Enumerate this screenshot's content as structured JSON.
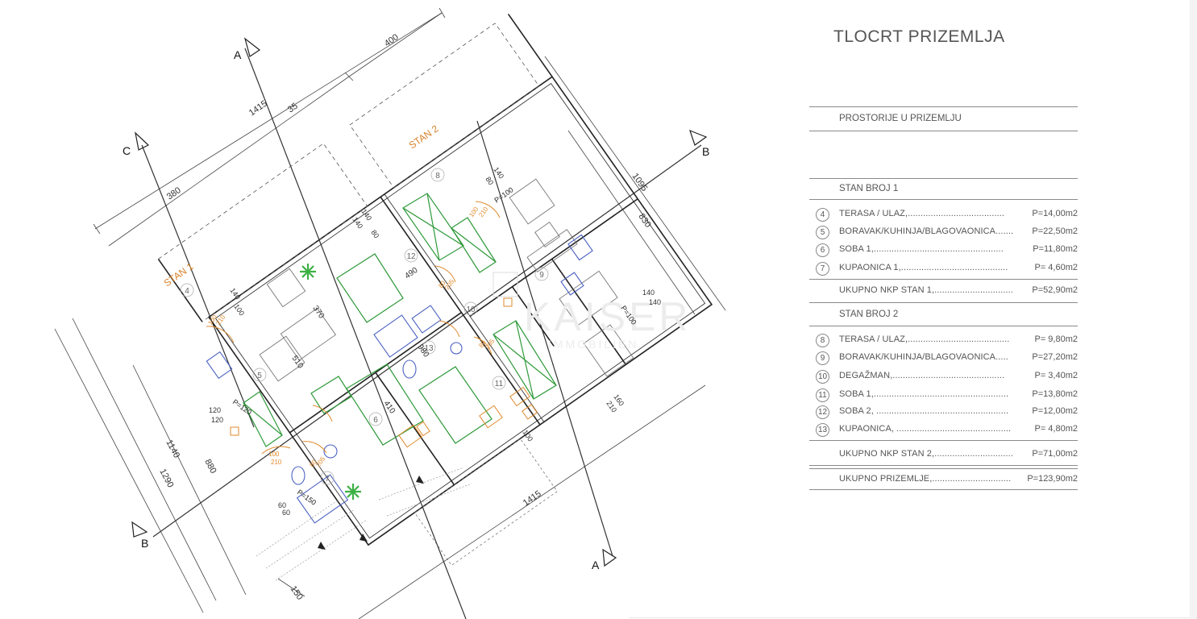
{
  "title": "TLOCRT PRIZEMLJA",
  "legend": {
    "header": "PROSTORIJE U PRIZEMLJU",
    "stan1": {
      "title": "STAN BROJ 1",
      "rooms": [
        {
          "num": "4",
          "name": "TERASA / ULAZ,......................................",
          "area": "P=14,00m2"
        },
        {
          "num": "5",
          "name": "BORAVAK/KUHINJA/BLAGOVAONICA.......",
          "area": "P=22,50m2"
        },
        {
          "num": "6",
          "name": "SOBA 1,...................................................",
          "area": "P=11,80m2"
        },
        {
          "num": "7",
          "name": "KUPAONICA 1,..........................................",
          "area": "P=  4,60m2"
        }
      ],
      "total_label": "UKUPNO NKP STAN 1,...............................",
      "total_value": "P=52,90m2"
    },
    "stan2": {
      "title": "STAN BROJ 2",
      "rooms": [
        {
          "num": "8",
          "name": "TERASA / ULAZ,........................................",
          "area": "P=  9,80m2"
        },
        {
          "num": "9",
          "name": "BORAVAK/KUHINJA/BLAGOVAONICA.....",
          "area": "P=27,20m2"
        },
        {
          "num": "10",
          "name": "DEGAŽMAN,............................................",
          "area": "P=  3,40m2"
        },
        {
          "num": "11",
          "name": "SOBA 1,.....................................................",
          "area": "P=13,80m2"
        },
        {
          "num": "12",
          "name": "SOBA 2, ....................................................",
          "area": "P=12,00m2"
        },
        {
          "num": "13",
          "name": "KUPAONICA, .............................................",
          "area": "P=  4,80m2"
        }
      ],
      "total_label": "UKUPNO NKP STAN 2,...............................",
      "total_value": "P=71,00m2"
    },
    "grand_label": "UKUPNO PRIZEMLJE,...............................",
    "grand_value": "P=123,90m2"
  },
  "plan": {
    "section_labels": {
      "a_top": "A",
      "a_bottom": "A",
      "b_right": "B",
      "b_left": "B",
      "c_top": "C"
    },
    "apartment_labels": {
      "stan1": "STAN 1",
      "stan2": "STAN 2"
    },
    "dimensions": {
      "d400": "400",
      "d1415_top": "1415",
      "d35": "35",
      "d380": "380",
      "d1095": "1095",
      "d830": "830",
      "d1415_bottom": "1415",
      "d1140": "1140",
      "d1290": "1290",
      "d880": "880",
      "d150": "150",
      "d410": "410",
      "d490": "490",
      "d370": "370",
      "d510": "510",
      "d980": "980",
      "d140_a": "140",
      "d140_b": "140",
      "d140_c": "140",
      "d140_d": "140",
      "d140_e": "140",
      "d140_f": "140",
      "d80_a": "80",
      "d80_b": "80",
      "d100_a": "100",
      "d100_b": "100",
      "d120_a": "120",
      "d120_b": "120",
      "d60_a": "60",
      "d60_b": "60",
      "d160": "160",
      "d210": "210"
    },
    "door_tags": {
      "dt1_a": "100",
      "dt1_b": "210",
      "dt2_a": "100",
      "dt2_b": "210",
      "dt3_a": "100",
      "dt3_b": "210",
      "dt4_a": "80",
      "dt4_b": "205",
      "dt5_a": "80",
      "dt5_b": "205",
      "dt6_a": "80",
      "dt6_b": "205"
    },
    "p_labels": {
      "p100": "P=100",
      "p120": "P=120",
      "p150": "P=150",
      "p100_b": "P=100"
    },
    "room_numbers": {
      "r4": "4",
      "r5": "5",
      "r6": "6",
      "r7": "7",
      "r8": "8",
      "r9": "9",
      "r10": "10",
      "r11": "11",
      "r12": "12",
      "r13": "13"
    },
    "colors": {
      "walls": "#222222",
      "furniture_green": "#2e9a3a",
      "orange": "#e08a2c",
      "blue": "#4b62c2",
      "gray": "#777777",
      "label_gray": "#555555"
    }
  }
}
